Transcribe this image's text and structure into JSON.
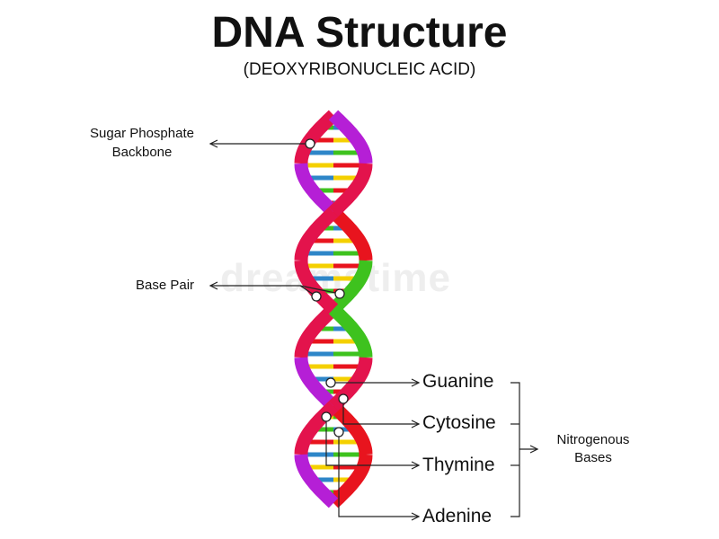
{
  "header": {
    "title": "DNA Structure",
    "subtitle": "(DEOXYRIBONUCLEIC ACID)"
  },
  "labels": {
    "sugar_line1": "Sugar Phosphate",
    "sugar_line2": "Backbone",
    "base_pair": "Base Pair",
    "guanine": "Guanine",
    "cytosine": "Cytosine",
    "thymine": "Thymine",
    "adenine": "Adenine",
    "nitrogenous_line1": "Nitrogenous",
    "nitrogenous_line2": "Bases"
  },
  "watermark": "dreamstime",
  "colors": {
    "green": "#3ec21e",
    "blue": "#2e86c8",
    "yellow": "#f4d000",
    "red": "#e8141e",
    "magenta": "#b51fd6",
    "crimson": "#e3134c",
    "line": "#222222"
  }
}
